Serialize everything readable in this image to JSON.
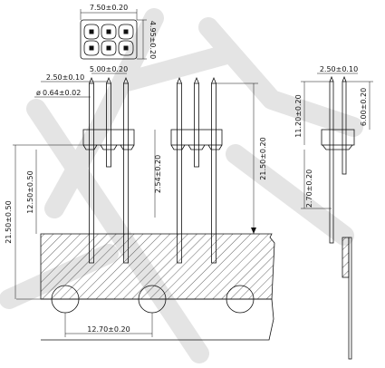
{
  "drawing": {
    "dimensions": {
      "body_width": "7.50±0.20",
      "body_height": "4.95±0.20",
      "pin_pitch": "2.50±0.10",
      "tail_length": "5.00±0.20",
      "pin_diameter_symbol": "ø",
      "pin_diameter": "0.64±0.02",
      "pin_offset": "2.54±0.20",
      "pin_full_length": "21.50±0.20",
      "left_total": "21.50±0.50",
      "left_lower": "12.50±0.50",
      "hole_pitch": "12.70±0.20",
      "side_pitch": "2.50±0.10",
      "side_upper": "11.20±0.20",
      "side_tip": "6.00±0.20",
      "side_lower": "2.70±0.20"
    }
  }
}
